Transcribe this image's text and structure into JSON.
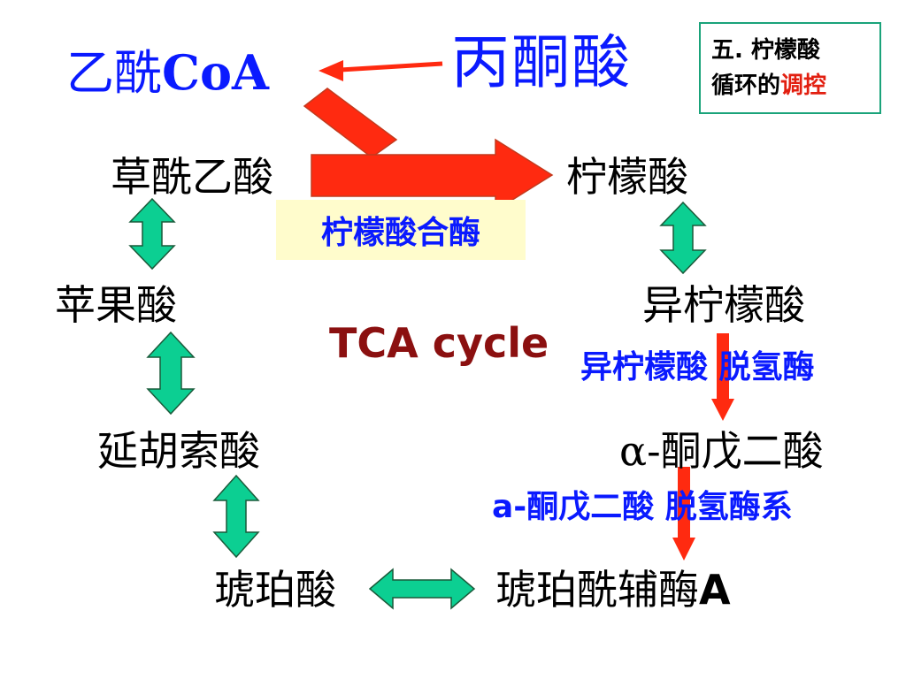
{
  "title_box": {
    "line1": "五. 柠檬酸",
    "line2_pre": "循环的",
    "line2_hl": "调控"
  },
  "colors": {
    "blue_text": "#0a1aff",
    "red_arrow": "#ff2a10",
    "green_arrow": "#0ccf92",
    "tca_text": "#8b1010",
    "enzyme_box_bg": "#fffccc",
    "title_box_border": "#1aa37a"
  },
  "inputs": {
    "acetyl_coa_prefix": "乙酰",
    "acetyl_coa_suffix": "CoA",
    "pyruvate": "丙酮酸"
  },
  "nodes": {
    "oxaloacetate": "草酰乙酸",
    "citrate": "柠檬酸",
    "malate": "苹果酸",
    "isocitrate": "异柠檬酸",
    "fumarate": "延胡索酸",
    "alpha_symbol": "α",
    "alpha_ketoglutarate_rest": "-酮戊二酸",
    "succinate": "琥珀酸",
    "succinyl_coa_prefix": "琥珀酰辅酶",
    "succinyl_coa_suffix": "A"
  },
  "enzymes": {
    "citrate_synthase": "柠檬酸合酶",
    "isocitrate_dehydrogenase": "异柠檬酸 脱氢酶",
    "akg_dehydrogenase_complex": "a-酮戊二酸 脱氢酶系"
  },
  "center_label": "TCA cycle"
}
